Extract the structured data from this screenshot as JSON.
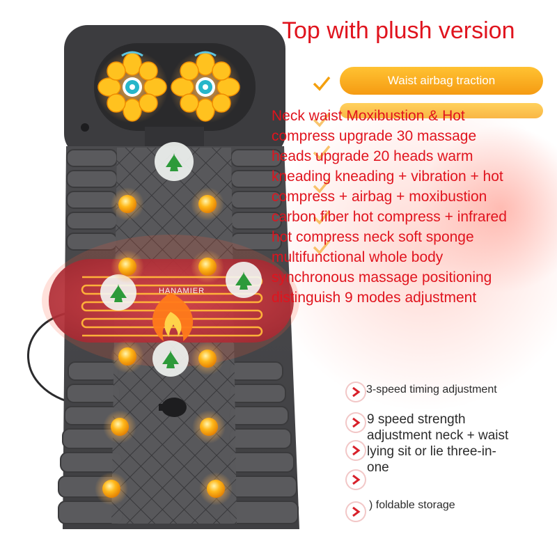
{
  "headline": "Top with plush version",
  "tag": "Waist airbag traction",
  "description_lines": [
    "Neck waist Moxibustion & Hot",
    "compress upgrade 30 massage",
    "heads upgrade 20 heads warm",
    "kneading kneading + vibration + hot",
    "compress + airbag + moxibustion",
    "carbon fiber hot compress + infrared",
    "hot compress neck soft sponge",
    "multifunctional whole body",
    "synchronous massage positioning",
    "distinguish 9 modes adjustment"
  ],
  "features": {
    "timing": "3-speed timing adjustment",
    "strength_lines": [
      "9 speed strength",
      "adjustment neck + waist",
      "lying sit or lie three-in-",
      "one"
    ],
    "storage": ") foldable storage"
  },
  "brand": "HANAMIER",
  "colors": {
    "headline": "#e0141e",
    "pill": "#f8a51a",
    "mat": "#4a4a4d",
    "node": "#f6a20c",
    "heat": "#ff6a2a"
  },
  "icons": {
    "check": "checkmark-icon",
    "arrow": "chevron-right-icon",
    "herb": "herb-leaf-icon"
  }
}
